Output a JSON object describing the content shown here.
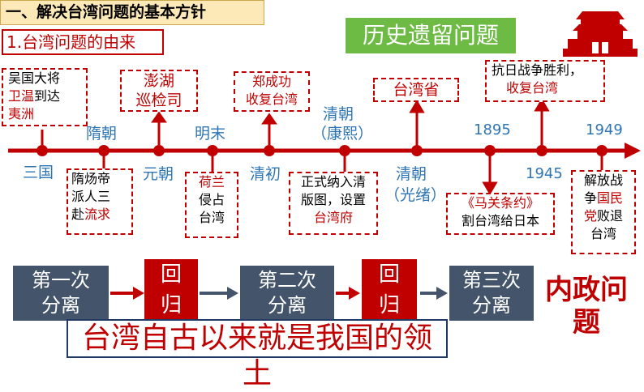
{
  "header": {
    "title": "一、解决台湾问题的基本方针"
  },
  "subheader": {
    "title": "1.台湾问题的由来"
  },
  "banner": {
    "label": "历史遗留问题"
  },
  "timeline": {
    "labels": {
      "sanguo": "三国",
      "suichao": "隋朝",
      "yuanchao": "元朝",
      "mingmo": "明末",
      "qingchu": "清初",
      "qing_kangxi_1": "清朝",
      "qing_kangxi_2": "（康熙）",
      "qing_guangxu_1": "清朝",
      "qing_guangxu_2": "（光绪）",
      "y1895": "1895",
      "y1945": "1945",
      "y1949": "1949"
    }
  },
  "events": {
    "wu": {
      "l1": "吴国大将",
      "l2a": "卫温",
      "l2b": "到达",
      "l3": "夷洲"
    },
    "penghu": {
      "l1": "澎湖",
      "l2": "巡检司"
    },
    "zheng": {
      "l1": "郑成功",
      "l2": "收复台湾"
    },
    "taiwansheng": {
      "l1": "台湾省"
    },
    "kangri": {
      "l1": "抗日战争胜利，",
      "l2": "收复台湾"
    },
    "sui": {
      "l1": "隋炀帝",
      "l2": "派人三",
      "l3a": "赴",
      "l3b": "流求"
    },
    "helan": {
      "l1": "荷兰",
      "l2": "侵占",
      "l3": "台湾"
    },
    "qing": {
      "l1": "正式纳入清",
      "l2": "版图，设置",
      "l3": "台湾府"
    },
    "maguan": {
      "l1": "《马关条约》",
      "l2": "割台湾给日本"
    },
    "jiefang": {
      "l1": "解放战",
      "l2a": "争",
      "l2b": "国民",
      "l3a": "党",
      "l3b": "败退",
      "l4": "台湾"
    }
  },
  "flow": {
    "sep1_l1": "第一次",
    "sep1_l2": "分离",
    "ret1_l1": "回",
    "ret1_l2": "归",
    "sep2_l1": "第二次",
    "sep2_l2": "分离",
    "ret2_l1": "回",
    "ret2_l2": "归",
    "sep3_l1": "第三次",
    "sep3_l2": "分离"
  },
  "conclusion": {
    "text": "台湾自古以来就是我国的领土"
  },
  "neizheng": {
    "l1": "内政问",
    "l2": "题"
  },
  "colors": {
    "accent_red": "#c00000",
    "blue": "#2e75b6",
    "green": "#6dbb45",
    "slate": "#44546a",
    "header_bg": "#fde9b8"
  }
}
